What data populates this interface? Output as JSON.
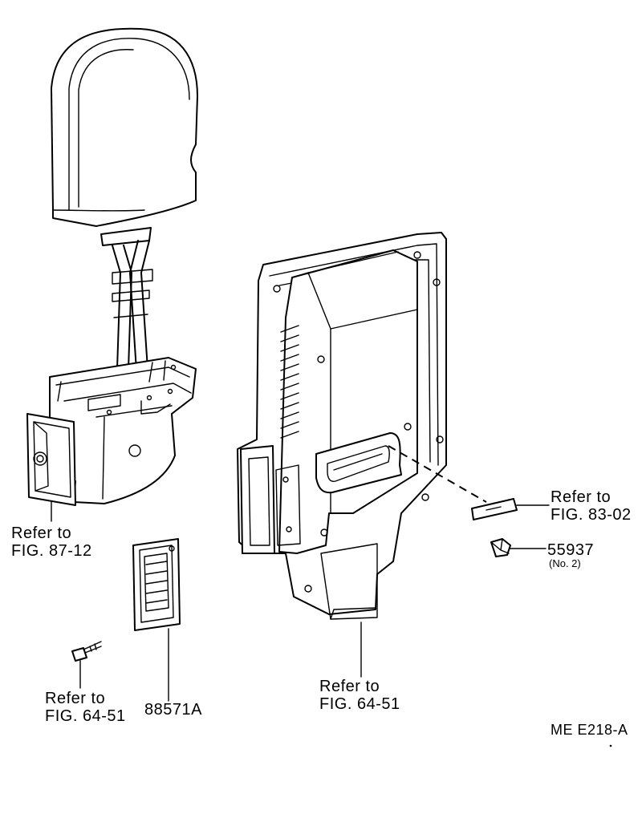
{
  "labels": {
    "refer_87_12": {
      "line1": "Refer to",
      "line2": "FIG. 87-12"
    },
    "refer_64_51_left": {
      "line1": "Refer to",
      "line2": "FIG. 64-51"
    },
    "part_88571A": "88571A",
    "refer_64_51_center": {
      "line1": "Refer to",
      "line2": "FIG. 64-51"
    },
    "refer_83_02": {
      "line1": "Refer to",
      "line2": "FIG. 83-02"
    },
    "part_55937": {
      "number": "55937",
      "qty": "(No. 2)"
    },
    "drawing_code": "ME  E218-A"
  }
}
